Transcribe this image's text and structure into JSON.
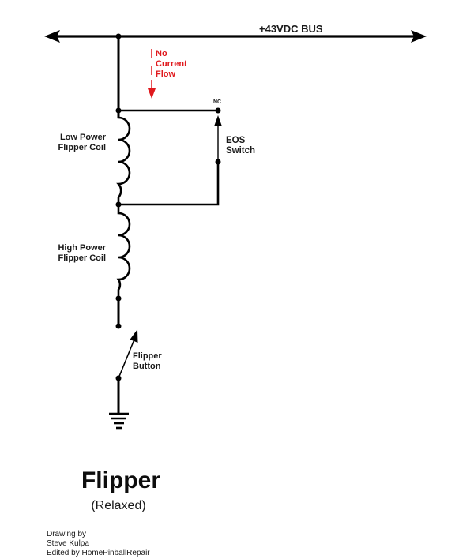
{
  "diagram": {
    "bus_label": "+43VDC BUS",
    "annotation": {
      "lines": [
        "No",
        "Current",
        "Flow"
      ],
      "color": "#e0191d"
    },
    "nc_label": "NC",
    "eos_switch": {
      "lines": [
        "EOS",
        "Switch"
      ]
    },
    "low_power_coil": {
      "lines": [
        "Low Power",
        "Flipper Coil"
      ]
    },
    "high_power_coil": {
      "lines": [
        "High Power",
        "Flipper Coil"
      ]
    },
    "flipper_button": {
      "lines": [
        "Flipper",
        "Button"
      ]
    },
    "title": "Flipper",
    "subtitle": "(Relaxed)",
    "credits": [
      "Drawing by",
      "Steve Kulpa",
      "Edited by HomePinballRepair"
    ],
    "wire_color": "#000000"
  }
}
